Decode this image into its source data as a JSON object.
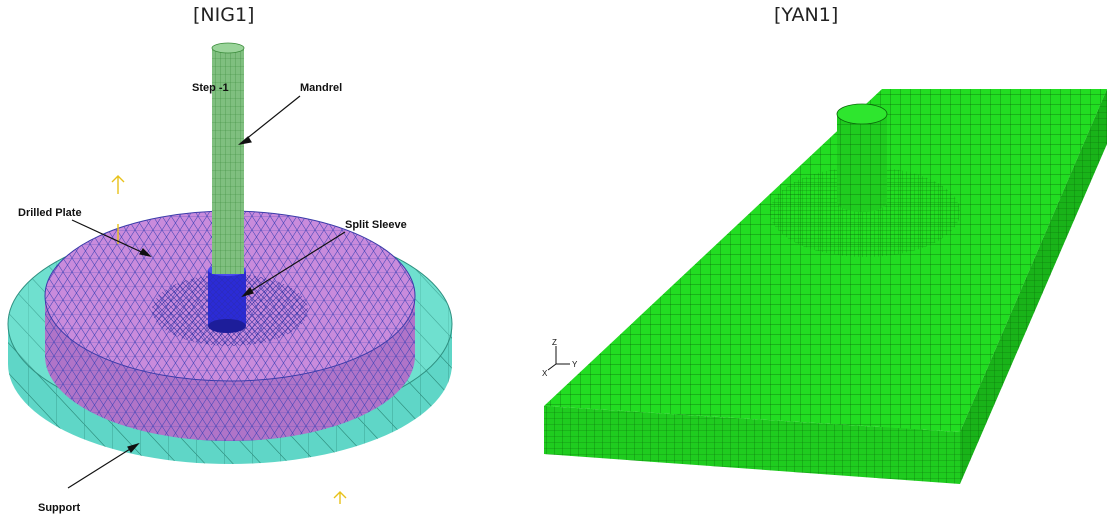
{
  "captions": {
    "left": "[NIG1]",
    "right": "[YAN1]"
  },
  "left_figure": {
    "labels": {
      "step": "Step -1",
      "mandrel": "Mandrel",
      "drilled_plate": "Drilled Plate",
      "split_sleeve": "Split Sleeve",
      "support": "Support"
    },
    "colors": {
      "mandrel": "#7fbf7f",
      "plate": "#c77fd6",
      "sleeve": "#2b2bd6",
      "support": "#5fd6c7",
      "mesh": "#3a3aa8"
    }
  },
  "right_figure": {
    "axes": {
      "z": "Z",
      "y": "Y",
      "x": "X"
    },
    "colors": {
      "mesh_fill": "#22dd22",
      "mesh_line": "#0a6a0a"
    }
  }
}
